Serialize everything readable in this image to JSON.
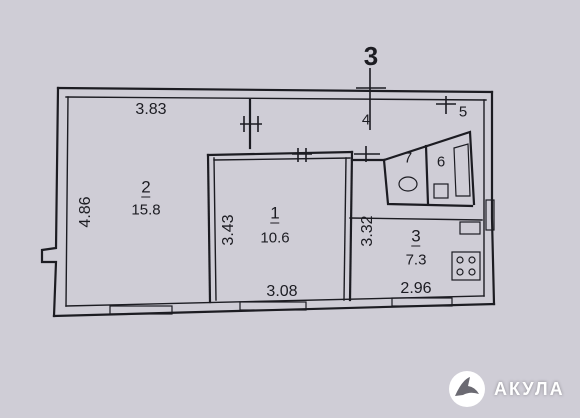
{
  "marker": "3",
  "dimensions": {
    "top_room2": "3.83",
    "left_room2": "4.86",
    "left_room1": "3.43",
    "right_room1": "3.32",
    "bottom_room1": "3.08",
    "bottom_room3": "2.96"
  },
  "rooms": [
    {
      "number": "2",
      "area": "15.8"
    },
    {
      "number": "1",
      "area": "10.6"
    },
    {
      "number": "3",
      "area": "7.3"
    },
    {
      "number": "4"
    },
    {
      "number": "5"
    },
    {
      "number": "6"
    },
    {
      "number": "7"
    }
  ],
  "watermark": {
    "brand": "АКУЛА",
    "icon": "shark-logo-icon"
  }
}
